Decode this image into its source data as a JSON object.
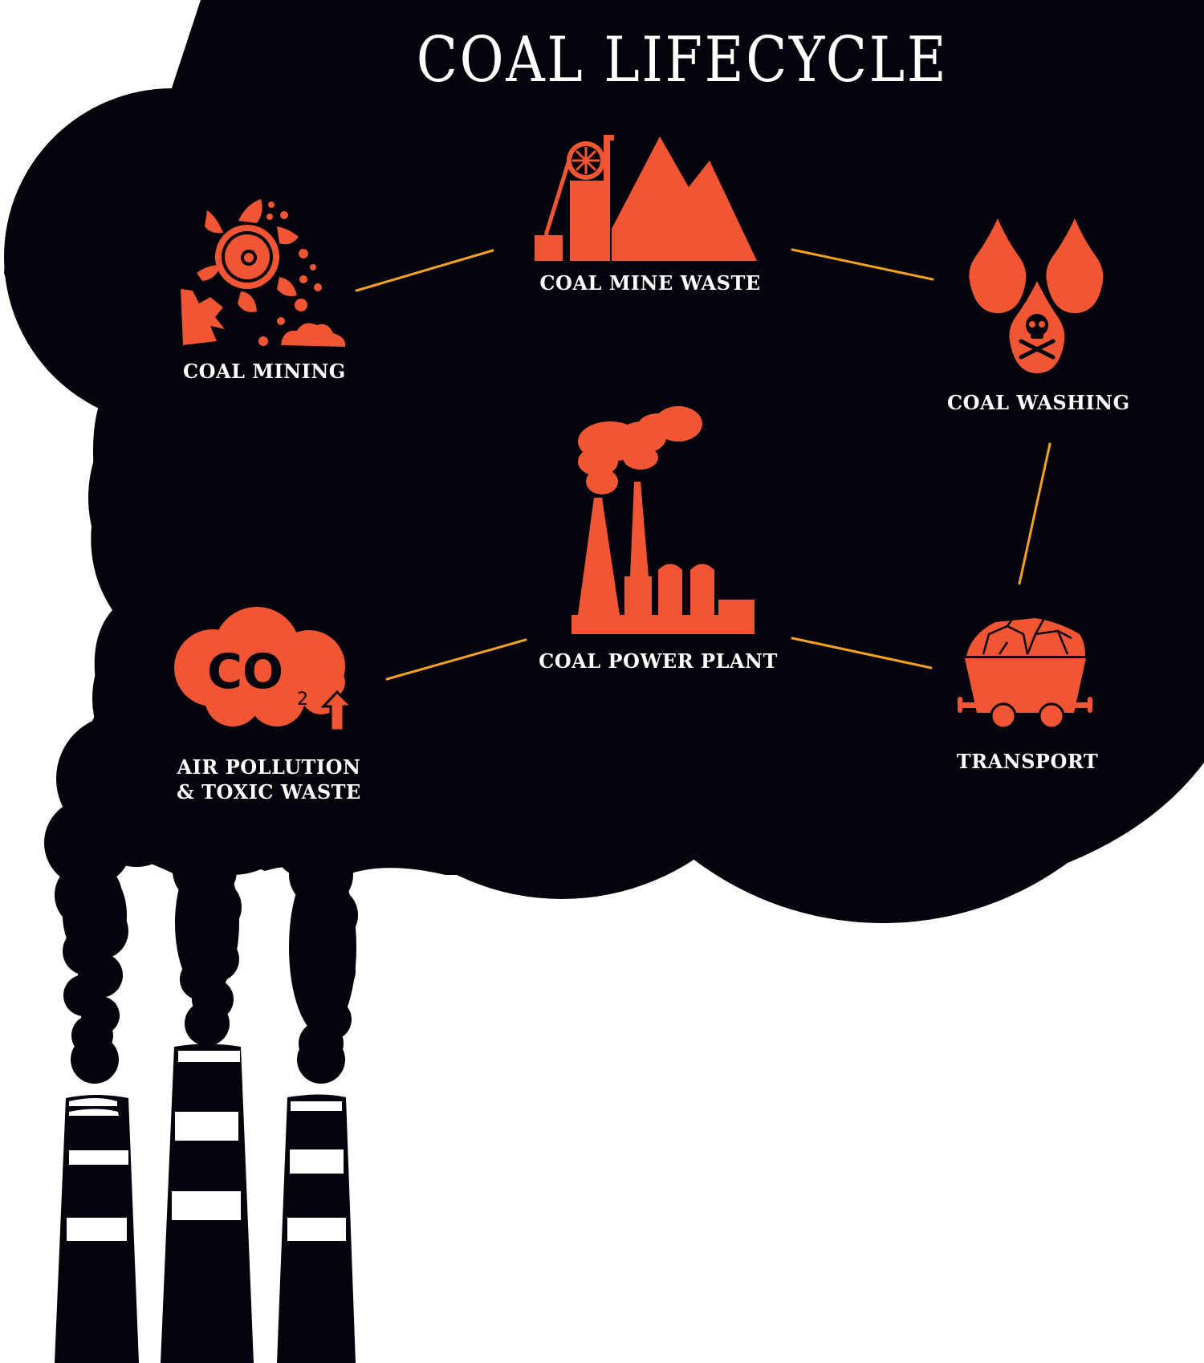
{
  "title": "COAL LIFECYCLE",
  "colors": {
    "smoke": "#03030b",
    "icon": "#f05634",
    "connector": "#f7a21b",
    "text": "#ffffff",
    "background": "#ffffff"
  },
  "stages": [
    {
      "id": "coal-mining",
      "label": "COAL MINING",
      "icon": "bucket-wheel-excavator-icon"
    },
    {
      "id": "coal-mine-waste",
      "label": "COAL MINE WASTE",
      "icon": "mine-headframe-spoil-heap-icon"
    },
    {
      "id": "coal-washing",
      "label": "COAL WASHING",
      "icon": "toxic-water-drops-icon"
    },
    {
      "id": "transport",
      "label": "TRANSPORT",
      "icon": "coal-mine-cart-icon"
    },
    {
      "id": "coal-power-plant",
      "label": "COAL POWER PLANT",
      "icon": "power-plant-smokestacks-icon"
    },
    {
      "id": "air-pollution",
      "label_line1": "AIR POLLUTION",
      "label_line2": "& TOXIC WASTE",
      "icon": "co2-cloud-rising-icon",
      "co2_text": "CO",
      "co2_subscript": "2"
    }
  ],
  "connections": [
    [
      "coal-mining",
      "coal-mine-waste"
    ],
    [
      "coal-mine-waste",
      "coal-washing"
    ],
    [
      "coal-washing",
      "transport"
    ],
    [
      "transport",
      "coal-power-plant"
    ],
    [
      "coal-power-plant",
      "air-pollution"
    ]
  ],
  "chimneys": {
    "count": 3,
    "stripes_each": 3
  }
}
